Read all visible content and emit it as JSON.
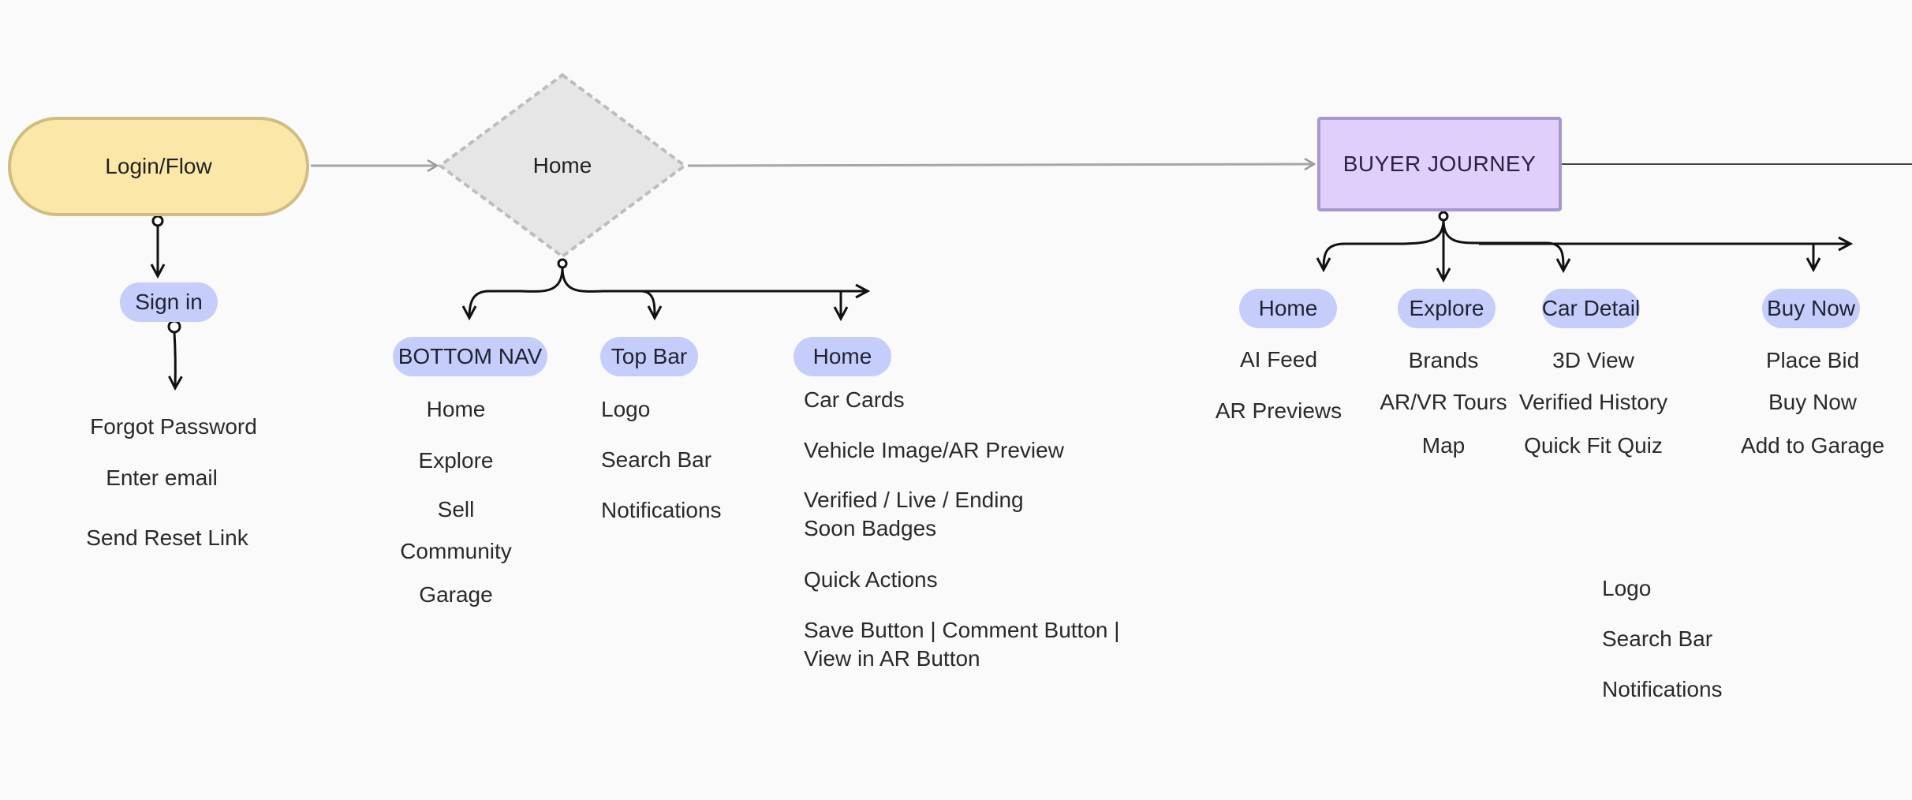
{
  "nodes": {
    "login_flow": "Login/Flow",
    "home": "Home",
    "buyer_journey": "BUYER JOURNEY"
  },
  "login": {
    "sign_in": "Sign in",
    "items": [
      "Forgot Password",
      "Enter email",
      "Send Reset Link"
    ]
  },
  "home_branches": {
    "bottom_nav": {
      "label": "BOTTOM NAV",
      "items": [
        "Home",
        "Explore",
        "Sell",
        "Community",
        "Garage"
      ]
    },
    "top_bar": {
      "label": "Top Bar",
      "items": [
        "Logo",
        "Search Bar",
        "Notifications"
      ]
    },
    "home": {
      "label": "Home",
      "items": [
        "Car Cards",
        "Vehicle Image/AR Preview",
        "Verified / Live / Ending Soon Badges",
        "Quick Actions",
        "Save Button | Comment Button | View in AR Button"
      ]
    }
  },
  "buyer_branches": {
    "home": {
      "label": "Home",
      "items": [
        "AI Feed",
        "AR Previews"
      ]
    },
    "explore": {
      "label": "Explore",
      "items": [
        "Brands",
        "AR/VR Tours",
        "Map"
      ]
    },
    "car_detail": {
      "label": "Car Detail",
      "items": [
        "3D View",
        "Verified History",
        "Quick Fit Quiz"
      ]
    },
    "buy_now": {
      "label": "Buy Now",
      "items": [
        "Place Bid",
        "Buy Now",
        "Add to Garage"
      ]
    }
  },
  "extra_list": [
    "Logo",
    "Search Bar",
    "Notifications"
  ],
  "colors": {
    "terminal_fill": "#fbe7a8",
    "decision_fill": "#e6e6e6",
    "process_fill": "#e0cffb",
    "pill_fill": "#c5cdfb",
    "background": "#fafafa"
  }
}
